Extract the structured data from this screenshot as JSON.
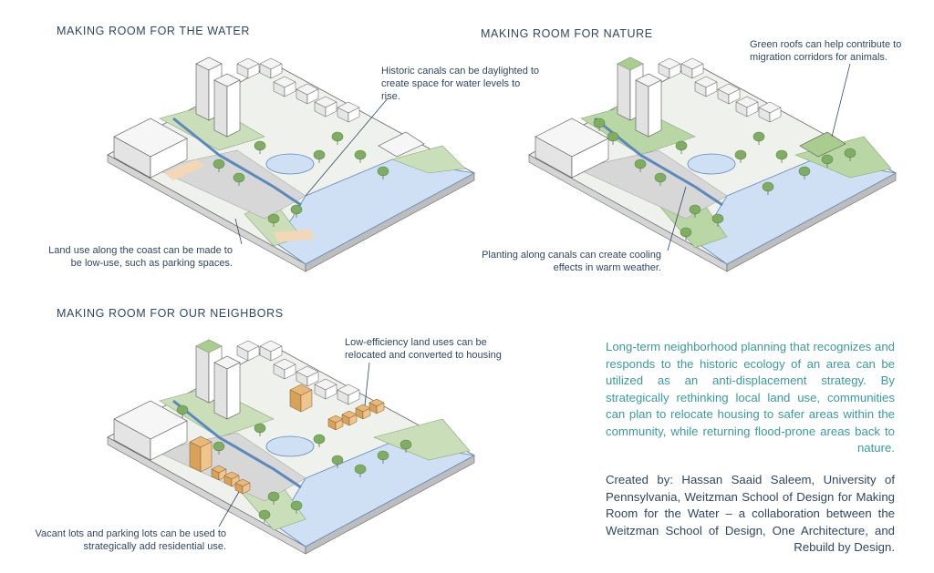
{
  "panels": [
    {
      "title": "MAKING ROOM FOR THE WATER",
      "notes": [
        "Historic canals can be daylighted to create space for water levels to rise.",
        "Land use along the coast can be made to be low-use, such as parking spaces."
      ]
    },
    {
      "title": "MAKING ROOM FOR NATURE",
      "notes": [
        "Green roofs can help contribute to migration corridors for animals.",
        "Planting along canals can create cooling effects in warm weather."
      ]
    },
    {
      "title": "MAKING ROOM FOR OUR NEIGHBORS",
      "notes": [
        "Low-efficiency land uses can be relocated and converted to housing",
        "Vacant lots and parking lots can be used to strategically add residential use."
      ]
    }
  ],
  "summary": "Long-term neighborhood planning that recognizes and responds to the historic ecology of an area can be utilized as an anti-displacement strategy. By strategically rethinking local land use, communities can plan to relocate housing to safer areas within the community, while returning flood-prone areas back to nature.",
  "credits": "Created by: Hassan Saaid Saleem, University of Pennsylvania, Weitzman School of Design for Making Room for the Water – a collaboration between the Weitzman School of Design, One Architecture, and Rebuild by Design.",
  "colors": {
    "text": "#2f4760",
    "summary_text": "#3a9a9c",
    "water": "#cfe0f4",
    "water_edge": "#5b89bd",
    "green": "#c9deb9",
    "tree": "#6f9f55",
    "road": "#d7d7d7",
    "sand": "#f3d7b7",
    "housing": "#d9a25a"
  }
}
